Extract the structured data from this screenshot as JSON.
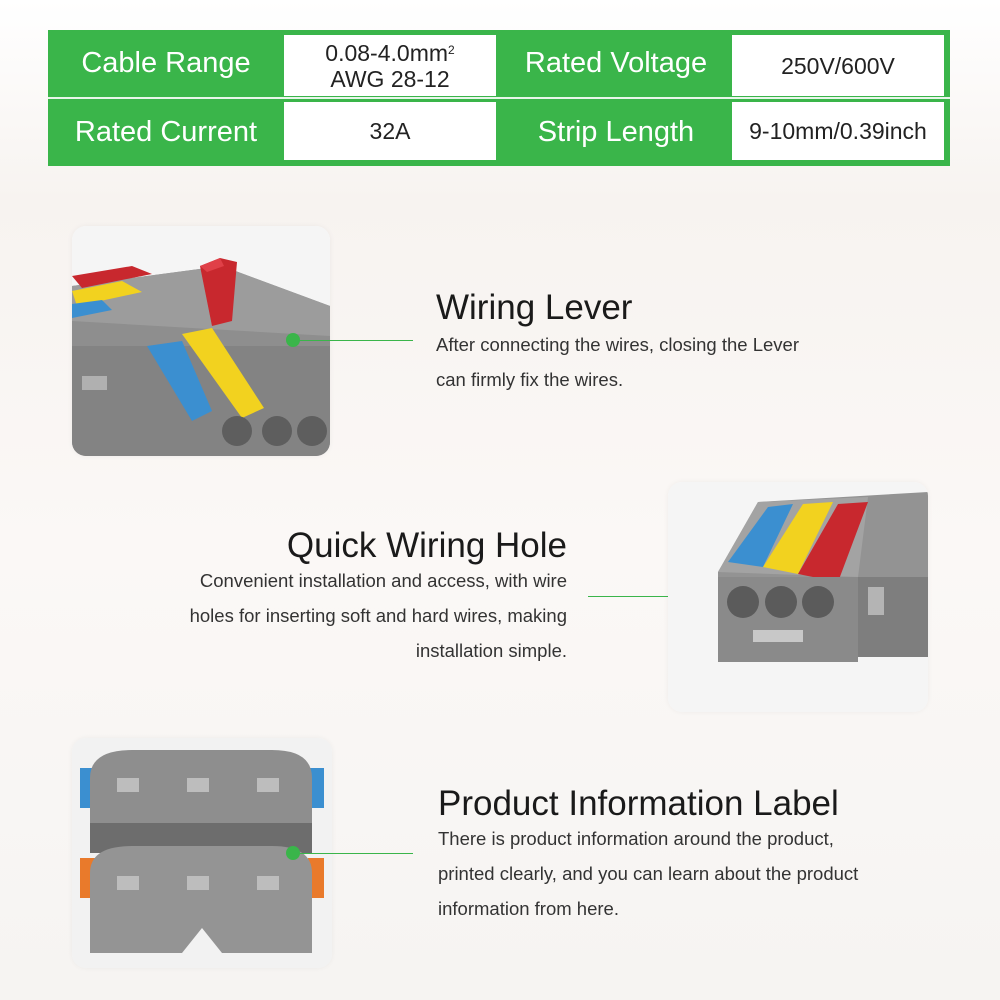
{
  "specs": {
    "cable_range_label": "Cable Range",
    "cable_range_value_line1": "0.08-4.0mm",
    "cable_range_value_sup": "2",
    "cable_range_value_line2": "AWG 28-12",
    "rated_voltage_label": "Rated Voltage",
    "rated_voltage_value": "250V/600V",
    "rated_current_label": "Rated Current",
    "rated_current_value": "32A",
    "strip_length_label": "Strip Length",
    "strip_length_value": "9-10mm/0.39inch"
  },
  "features": [
    {
      "title": "Wiring Lever",
      "desc_lines": [
        "After connecting the wires, closing the Lever",
        "can firmly fix the wires."
      ]
    },
    {
      "title": "Quick Wiring Hole",
      "desc_lines": [
        "Convenient installation and access, with wire",
        "holes for inserting soft and hard wires, making",
        "installation simple."
      ]
    },
    {
      "title": "Product Information Label",
      "desc_lines": [
        "There is product information around the product,",
        "printed clearly, and you can learn about the product",
        "information from here."
      ]
    }
  ],
  "colors": {
    "accent": "#3ab54a",
    "lever_red": "#c8282e",
    "lever_yellow": "#f2d21f",
    "lever_blue": "#3b8fd0",
    "body_gray": "#8c8c8c"
  }
}
